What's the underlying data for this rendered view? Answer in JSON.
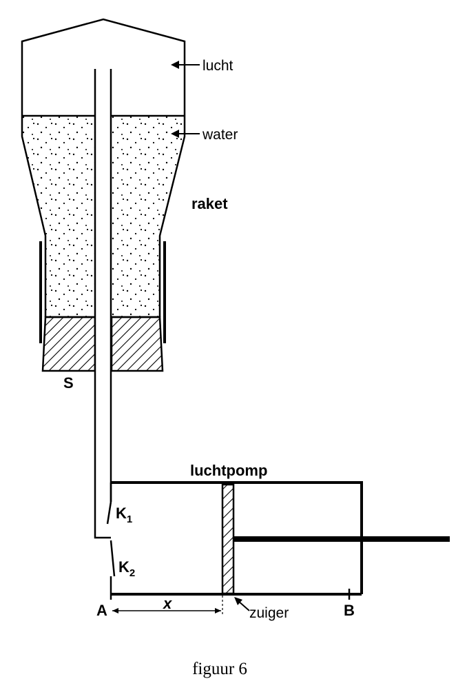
{
  "labels": {
    "air": "lucht",
    "water": "water",
    "rocket": "raket",
    "stopper": "S",
    "pump": "luchtpomp",
    "valve1": "K",
    "valve1_sub": "1",
    "valve2": "K",
    "valve2_sub": "2",
    "point_a": "A",
    "point_b": "B",
    "distance": "x",
    "piston": "zuiger"
  },
  "caption": "figuur 6"
}
